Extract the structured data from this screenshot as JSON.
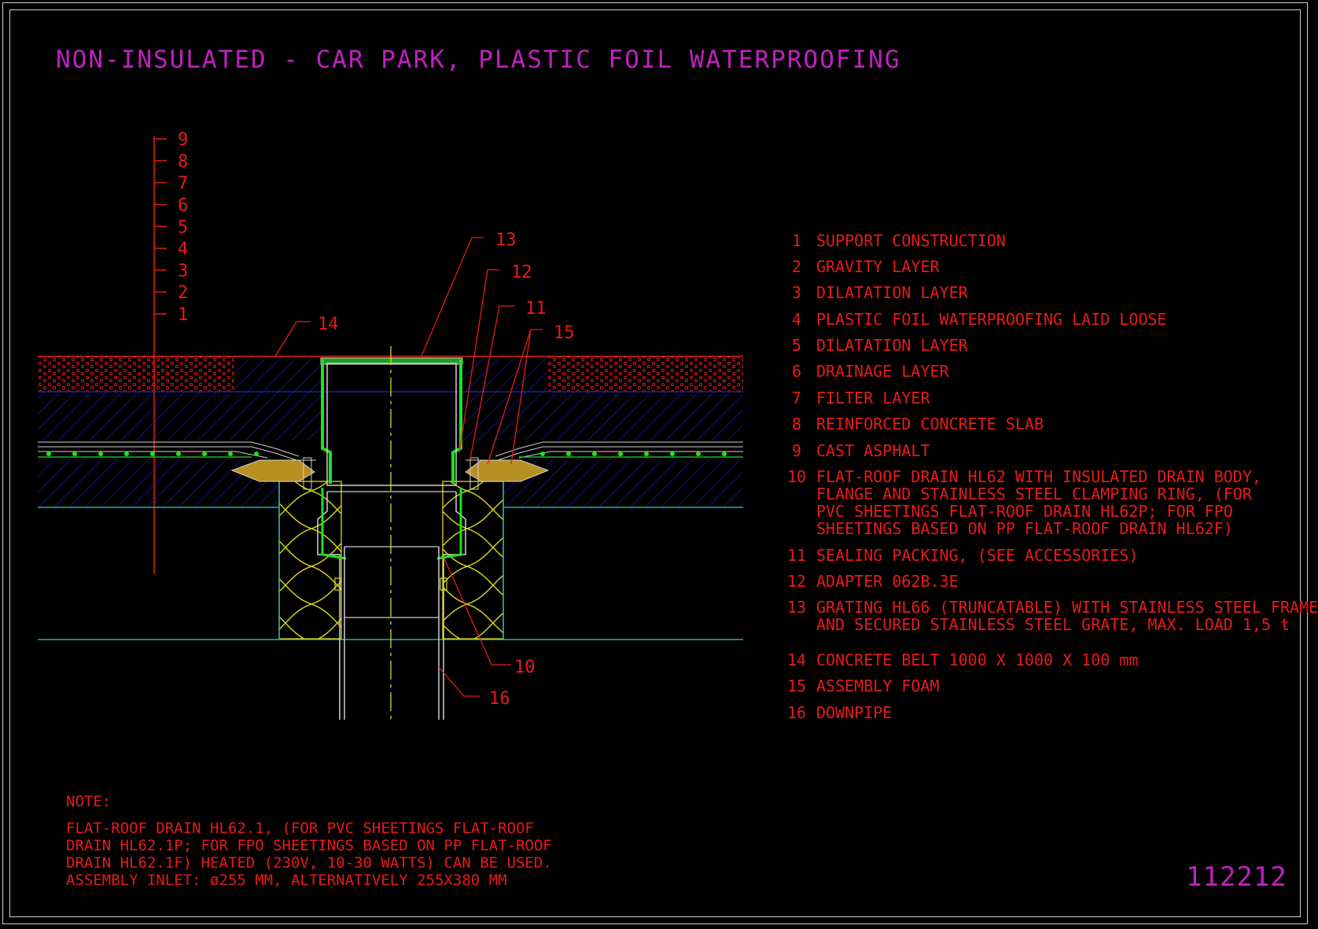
{
  "title": "NON-INSULATED - CAR PARK, PLASTIC FOIL WATERPROOFING",
  "layer_scale": [
    "1",
    "2",
    "3",
    "4",
    "5",
    "6",
    "7",
    "8",
    "9"
  ],
  "callouts": [
    "13",
    "12",
    "11",
    "15",
    "14",
    "10",
    "16"
  ],
  "legend": [
    {
      "num": "1",
      "text": "SUPPORT CONSTRUCTION"
    },
    {
      "num": "2",
      "text": "GRAVITY LAYER"
    },
    {
      "num": "3",
      "text": "DILATATION LAYER"
    },
    {
      "num": "4",
      "text": "PLASTIC FOIL WATERPROOFING LAID LOOSE"
    },
    {
      "num": "5",
      "text": "DILATATION LAYER"
    },
    {
      "num": "6",
      "text": "DRAINAGE LAYER"
    },
    {
      "num": "7",
      "text": "FILTER LAYER"
    },
    {
      "num": "8",
      "text": "REINFORCED CONCRETE SLAB"
    },
    {
      "num": "9",
      "text": "CAST ASPHALT"
    },
    {
      "num": "10",
      "text": "FLAT-ROOF DRAIN HL62 WITH INSULATED DRAIN BODY,\nFLANGE AND STAINLESS STEEL CLAMPING RING, (FOR\nPVC SHEETINGS FLAT-ROOF DRAIN HL62P; FOR FPO\nSHEETINGS BASED ON PP FLAT-ROOF DRAIN HL62F)"
    },
    {
      "num": "11",
      "text": "SEALING PACKING, (SEE ACCESSORIES)"
    },
    {
      "num": "12",
      "text": "ADAPTER 062B.3E"
    },
    {
      "num": "13",
      "text": "GRATING HL66 (TRUNCATABLE) WITH STAINLESS STEEL FRAME\nAND SECURED STAINLESS STEEL GRATE, MAX. LOAD 1,5 t"
    },
    {
      "num": "14",
      "text": "CONCRETE BELT 1000 X 1000 X 100 mm"
    },
    {
      "num": "15",
      "text": "ASSEMBLY FOAM"
    },
    {
      "num": "16",
      "text": "DOWNPIPE"
    }
  ],
  "note": {
    "heading": "NOTE:",
    "body": "FLAT-ROOF DRAIN HL62.1, (FOR PVC SHEETINGS FLAT-ROOF\nDRAIN HL62.1P; FOR FPO SHEETINGS BASED ON PP FLAT-ROOF\nDRAIN HL62.1F) HEATED (230V, 10-30 WATTS) CAN BE USED.\nASSEMBLY INLET: ø255 MM, ALTERNATIVELY 255X380 MM"
  },
  "drawing_number": "112212",
  "colors": {
    "background": "#000000",
    "title": "#c020c0",
    "text": "#e81a1a",
    "hatch_blue": "#1c1cb4",
    "insulation": "#d8d820",
    "membrane_green": "#20e020",
    "cyan": "#20b0b0"
  }
}
